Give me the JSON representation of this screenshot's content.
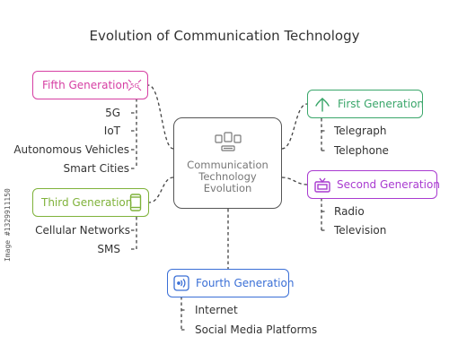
{
  "title": "Evolution of Communication Technology",
  "center": {
    "lines": [
      "Communication",
      "Technology",
      "Evolution"
    ]
  },
  "colors": {
    "fifth": "#d63fa3",
    "first": "#3aa66a",
    "second": "#a93bd0",
    "third": "#7fb23a",
    "fourth": "#3a6fd6",
    "center": "#555555",
    "connector": "#444444"
  },
  "generations": {
    "fifth": {
      "label": "Fifth Generation",
      "icon": "5g-icon",
      "icon_text": "5G",
      "items": [
        "5G",
        "IoT",
        "Autonomous Vehicles",
        "Smart Cities"
      ]
    },
    "first": {
      "label": "First Generation",
      "icon": "antenna-icon",
      "items": [
        "Telegraph",
        "Telephone"
      ]
    },
    "second": {
      "label": "Second Generation",
      "icon": "television-icon",
      "items": [
        "Radio",
        "Television"
      ]
    },
    "third": {
      "label": "Third Generation",
      "icon": "mobile-phone-icon",
      "items": [
        "Cellular Networks",
        "SMS"
      ]
    },
    "fourth": {
      "label": "Fourth Generation",
      "icon": "wifi-signal-icon",
      "items": [
        "Internet",
        "Social Media Platforms"
      ]
    }
  },
  "watermark": "Image #1329911150"
}
